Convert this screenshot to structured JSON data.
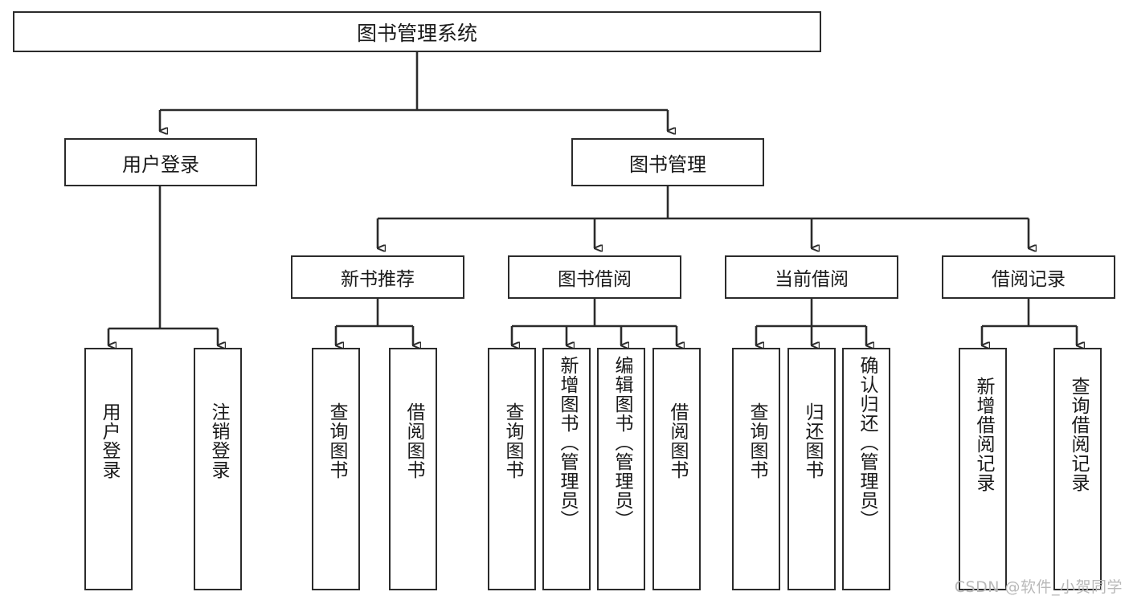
{
  "diagram": {
    "title": "图书管理系统",
    "type": "tree-hierarchy-diagram",
    "colors": {
      "stroke": "#2b2b2b",
      "fill": "#ffffff",
      "text": "#1a1a1a",
      "watermark": "#b9b9b9"
    },
    "root": {
      "label": "图书管理系统"
    },
    "level1": [
      {
        "label": "用户登录"
      },
      {
        "label": "图书管理"
      }
    ],
    "level2": [
      {
        "label": "新书推荐"
      },
      {
        "label": "图书借阅"
      },
      {
        "label": "当前借阅"
      },
      {
        "label": "借阅记录"
      }
    ],
    "leaves": [
      {
        "label": "用户登录",
        "parent": "用户登录"
      },
      {
        "label": "注销登录",
        "parent": "用户登录"
      },
      {
        "label": "查询图书",
        "parent": "新书推荐"
      },
      {
        "label": "借阅图书",
        "parent": "新书推荐"
      },
      {
        "label": "查询图书",
        "parent": "图书借阅"
      },
      {
        "label": "新增图书（管理员）",
        "parent": "图书借阅"
      },
      {
        "label": "编辑图书（管理员）",
        "parent": "图书借阅"
      },
      {
        "label": "借阅图书",
        "parent": "图书借阅"
      },
      {
        "label": "查询图书",
        "parent": "当前借阅"
      },
      {
        "label": "归还图书",
        "parent": "当前借阅"
      },
      {
        "label": "确认归还（管理员）",
        "parent": "当前借阅"
      },
      {
        "label": "新增借阅记录",
        "parent": "借阅记录"
      },
      {
        "label": "查询借阅记录",
        "parent": "借阅记录"
      }
    ]
  },
  "watermark": {
    "text": "CSDN @软件_小贺同学"
  }
}
